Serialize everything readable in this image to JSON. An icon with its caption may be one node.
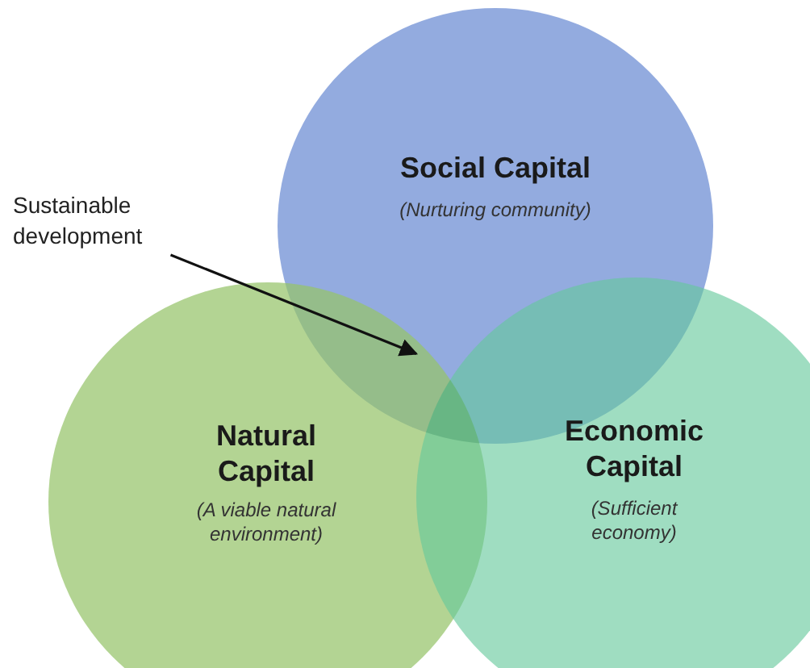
{
  "diagram": {
    "nodes": [
      {
        "text": [
          "Social Capital",
          "(Nurturing community)"
        ]
      },
      {
        "text": [
          "Natural Capital",
          "(A viable natural environment)"
        ]
      },
      {
        "text": [
          "Economic Capital",
          "(Sufficient economy)"
        ]
      },
      {
        "text": [
          "Sustainable development"
        ]
      },
      {
        "text": [],
        "shape": "region"
      }
    ],
    "edges": [
      {
        "from": 3,
        "to": 4,
        "arrow": "to"
      }
    ]
  }
}
